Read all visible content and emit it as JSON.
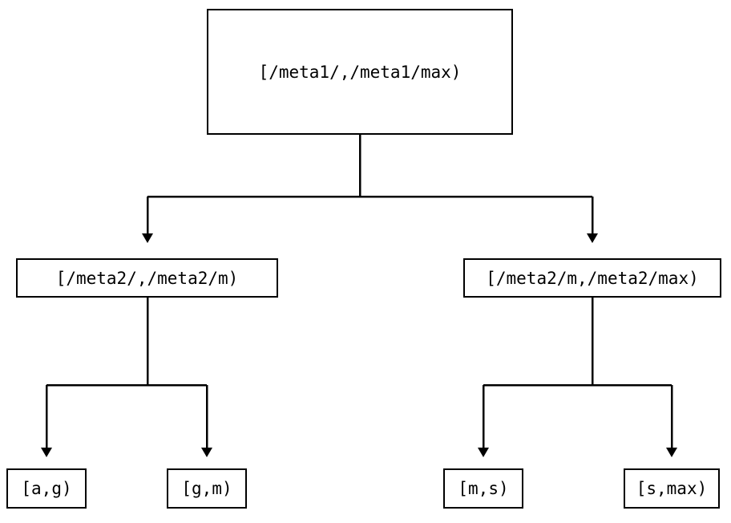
{
  "diagram": {
    "type": "tree",
    "title": "",
    "background_color": "#ffffff",
    "line_color": "#000000",
    "text_color": "#000000",
    "nodes": {
      "root": {
        "label": "[/meta1/,/meta1/max)"
      },
      "level2": [
        {
          "label": "[/meta2/,/meta2/m)"
        },
        {
          "label": "[/meta2/m,/meta2/max)"
        }
      ],
      "leaves": [
        {
          "label": "[a,g)"
        },
        {
          "label": "[g,m)"
        },
        {
          "label": "[m,s)"
        },
        {
          "label": "[s,max)"
        }
      ]
    },
    "edges": [
      {
        "from": "root",
        "to": "level2.0",
        "arrow": "triangle-down"
      },
      {
        "from": "root",
        "to": "level2.1",
        "arrow": "triangle-down"
      },
      {
        "from": "level2.0",
        "to": "leaves.0",
        "arrow": "triangle-down"
      },
      {
        "from": "level2.0",
        "to": "leaves.1",
        "arrow": "triangle-down"
      },
      {
        "from": "level2.1",
        "to": "leaves.2",
        "arrow": "triangle-down"
      },
      {
        "from": "level2.1",
        "to": "leaves.3",
        "arrow": "triangle-down"
      }
    ]
  }
}
